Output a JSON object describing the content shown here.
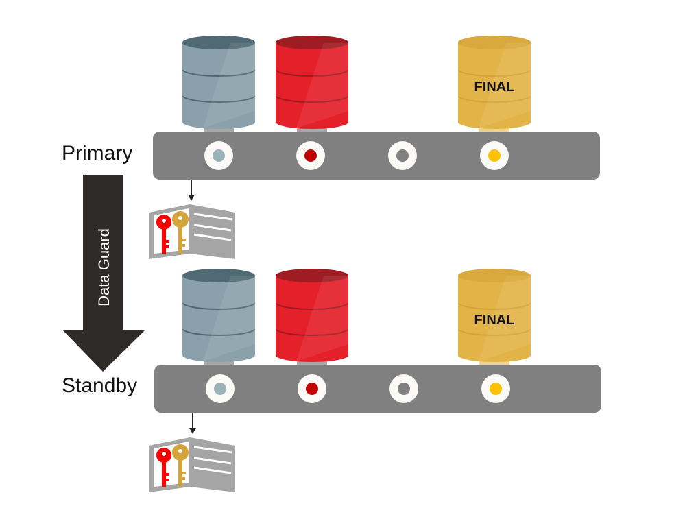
{
  "labels": {
    "primary": "Primary",
    "standby": "Standby",
    "arrow": "Data Guard"
  },
  "databases": [
    {
      "name": "db-gray",
      "color": "#8aa1ab",
      "band": "#4e6670",
      "top": "#506a74"
    },
    {
      "name": "db-red",
      "color": "#e4202a",
      "band": "#a0191f",
      "top": "#9e1c22"
    },
    {
      "name": "db-final",
      "color": "#e2b448",
      "band": "#d3a236",
      "top": "#d9a93e",
      "text": "FINAL"
    }
  ],
  "ports": [
    {
      "name": "gray",
      "color": "#9ab3b8"
    },
    {
      "name": "red",
      "color": "#c00000"
    },
    {
      "name": "empty",
      "color": "#808080"
    },
    {
      "name": "yellow",
      "color": "#ffc000"
    }
  ],
  "wallet": {
    "icon": "wallet-keys-icon"
  }
}
